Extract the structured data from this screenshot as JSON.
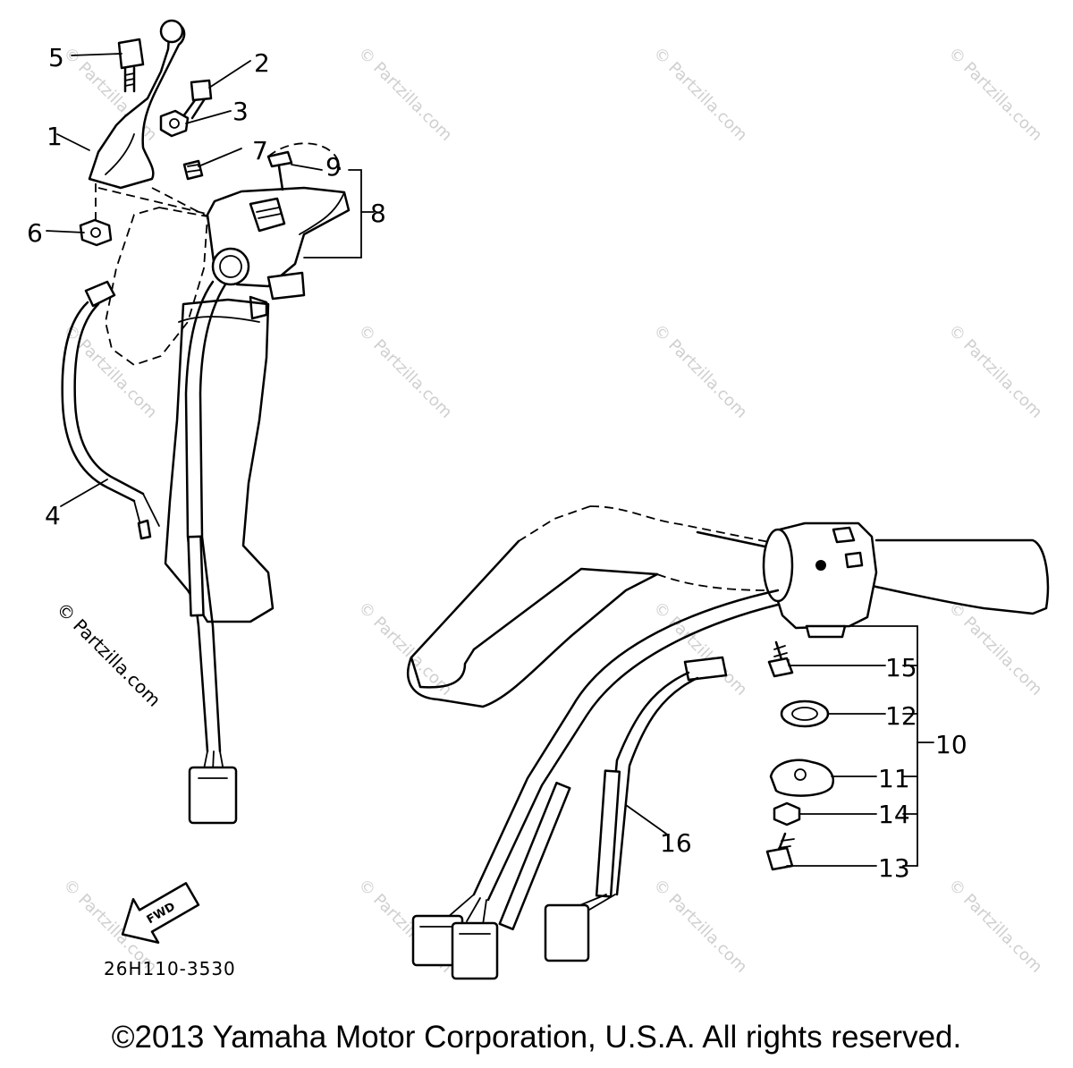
{
  "watermark": "© Partzilla.com",
  "side_watermark": "© Partzilla.com",
  "diagram_code": "26H110-3530",
  "fwd_label": "FWD",
  "copyright": "©2013 Yamaha Motor Corporation, U.S.A. All rights reserved.",
  "colors": {
    "ink": "#000000",
    "watermark": "#cfcfcf",
    "background": "#ffffff"
  },
  "callouts": {
    "c1": "1",
    "c2": "2",
    "c3": "3",
    "c4": "4",
    "c5": "5",
    "c6": "6",
    "c7": "7",
    "c8": "8",
    "c9": "9",
    "c10": "10",
    "c11": "11",
    "c12": "12",
    "c13": "13",
    "c14": "14",
    "c15": "15",
    "c16": "16"
  }
}
